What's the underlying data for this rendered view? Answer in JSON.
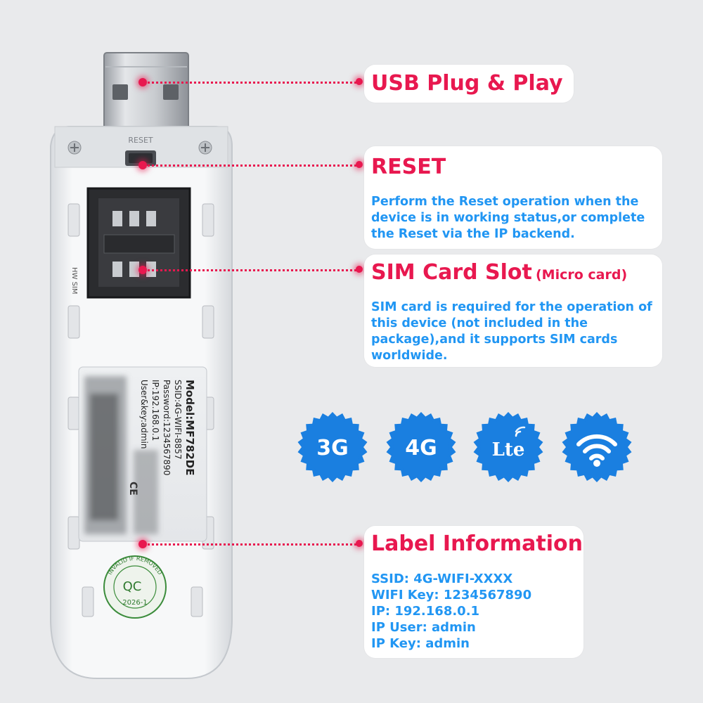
{
  "callouts": {
    "usb": {
      "title": "USB Plug & Play"
    },
    "reset": {
      "title": "RESET",
      "description": "Perform the Reset operation when the device is in working status,or complete the Reset via the IP backend."
    },
    "sim": {
      "title": "SIM Card Slot",
      "subtitle": "(Micro card)",
      "description": "SIM card is required for the operation of this device (not included in the package),and it supports SIM cards worldwide."
    },
    "label": {
      "title": "Label Information",
      "lines": [
        "SSID: 4G-WIFI-XXXX",
        "WIFI Key: 1234567890",
        "IP: 192.168.0.1",
        "IP User: admin",
        "IP Key: admin"
      ]
    }
  },
  "badges": [
    {
      "name": "badge-3g",
      "text": "3G"
    },
    {
      "name": "badge-4g",
      "text": "4G"
    },
    {
      "name": "badge-lte",
      "text": "Lte"
    },
    {
      "name": "badge-wifi",
      "icon": "wifi-icon"
    }
  ],
  "device": {
    "reset_label": "RESET",
    "sim_label": "HW SIM",
    "sticker": {
      "model": "Model:MF782DE",
      "ssid": "SSID:4G-WIFI-8857",
      "password": "Password:1234567890",
      "ip": "IP:192.168.0.1",
      "userkey": "User&key:admin"
    },
    "qc_seal": {
      "ring_text": "INVALID IF REMOVED",
      "center": "QC",
      "date": "2026-1"
    }
  },
  "colors": {
    "accent": "#e8184f",
    "info_blue": "#2196f3",
    "badge_blue": "#1a7fe0",
    "background": "#e9eaec"
  }
}
